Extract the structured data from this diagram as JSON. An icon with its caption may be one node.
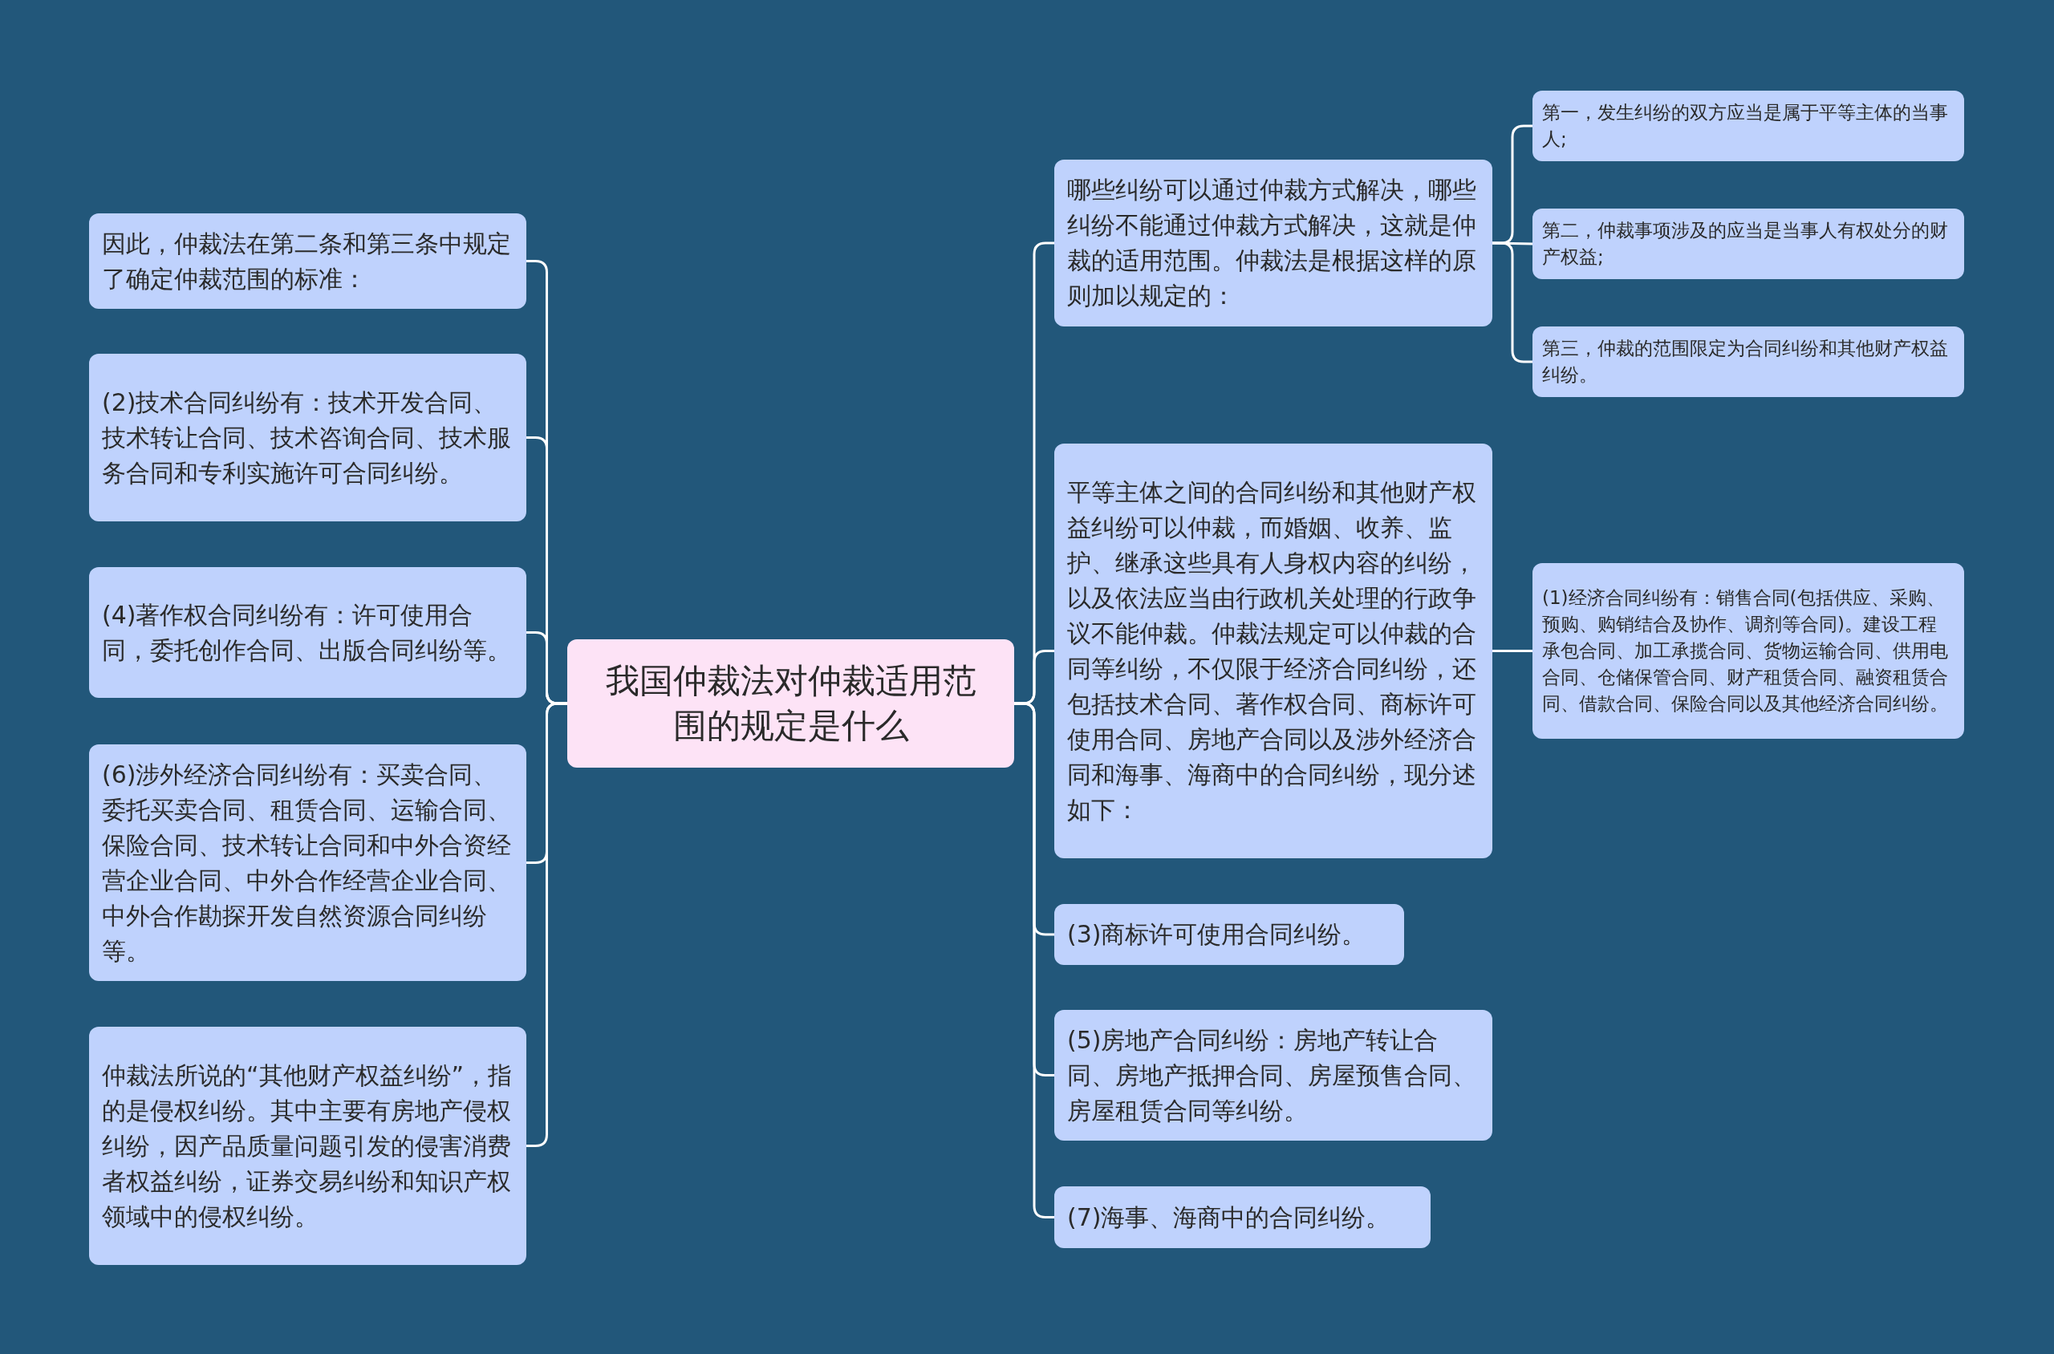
{
  "diagram": {
    "nodes": [
      {
        "text": [
          "我国仲裁法对仲裁适用范围的规定是什么"
        ]
      },
      {
        "text": [
          "因此，仲裁法在第二条和第三条中规定了确定仲裁范围的标准："
        ]
      },
      {
        "text": [
          "(2)技术合同纠纷有：技术开发合同、技术转让合同、技术咨询合同、技术服务合同和专利实施许可合同纠纷。"
        ]
      },
      {
        "text": [
          "(4)著作权合同纠纷有：许可使用合同，委托创作合同、出版合同纠纷等。"
        ]
      },
      {
        "text": [
          "(6)涉外经济合同纠纷有：买卖合同、委托买卖合同、租赁合同、运输合同、保险合同、技术转让合同和中外合资经营企业合同、中外合作经营企业合同、中外合作勘探开发自然资源合同纠纷等。"
        ]
      },
      {
        "text": [
          "仲裁法所说的“其他财产权益纠纷”，指的是侵权纠纷。其中主要有房地产侵权纠纷，因产品质量问题引发的侵害消费者权益纠纷，证券交易纠纷和知识产权领域中的侵权纠纷。"
        ]
      },
      {
        "text": [
          "哪些纠纷可以通过仲裁方式解决，哪些纠纷不能通过仲裁方式解决，这就是仲裁的适用范围。仲裁法是根据这样的原则加以规定的："
        ]
      },
      {
        "text": [
          "第一，发生纠纷的双方应当是属于平等主体的当事人;"
        ]
      },
      {
        "text": [
          "第二，仲裁事项涉及的应当是当事人有权处分的财产权益;"
        ]
      },
      {
        "text": [
          "第三，仲裁的范围限定为合同纠纷和其他财产权益纠纷。"
        ]
      },
      {
        "text": [
          "平等主体之间的合同纠纷和其他财产权益纠纷可以仲裁，而婚姻、收养、监护、继承这些具有人身权内容的纠纷，以及依法应当由行政机关处理的行政争议不能仲裁。仲裁法规定可以仲裁的合同等纠纷，不仅限于经济合同纠纷，还包括技术合同、著作权合同、商标许可使用合同、房地产合同以及涉外经济合同和海事、海商中的合同纠纷，现分述如下："
        ]
      },
      {
        "text": [
          "(1)经济合同纠纷有：销售合同(包括供应、采购、预购、购销结合及协作、调剂等合同)。建设工程承包合同、加工承揽合同、货物运输合同、供用电合同、仓储保管合同、财产租赁合同、融资租赁合同、借款合同、保险合同以及其他经济合同纠纷。"
        ]
      },
      {
        "text": [
          "(3)商标许可使用合同纠纷。"
        ]
      },
      {
        "text": [
          "(5)房地产合同纠纷：房地产转让合同、房地产抵押合同、房屋预售合同、房屋租赁合同等纠纷。"
        ]
      },
      {
        "text": [
          "(7)海事、海商中的合同纠纷。"
        ]
      }
    ],
    "edges": [
      {
        "from": 0,
        "to": 1,
        "arrow": "none"
      },
      {
        "from": 0,
        "to": 2,
        "arrow": "none"
      },
      {
        "from": 0,
        "to": 3,
        "arrow": "none"
      },
      {
        "from": 0,
        "to": 4,
        "arrow": "none"
      },
      {
        "from": 0,
        "to": 5,
        "arrow": "none"
      },
      {
        "from": 0,
        "to": 6,
        "arrow": "none"
      },
      {
        "from": 6,
        "to": 7,
        "arrow": "none"
      },
      {
        "from": 6,
        "to": 8,
        "arrow": "none"
      },
      {
        "from": 6,
        "to": 9,
        "arrow": "none"
      },
      {
        "from": 0,
        "to": 10,
        "arrow": "none"
      },
      {
        "from": 10,
        "to": 11,
        "arrow": "none"
      },
      {
        "from": 0,
        "to": 12,
        "arrow": "none"
      },
      {
        "from": 0,
        "to": 13,
        "arrow": "none"
      },
      {
        "from": 0,
        "to": 14,
        "arrow": "none"
      }
    ]
  }
}
